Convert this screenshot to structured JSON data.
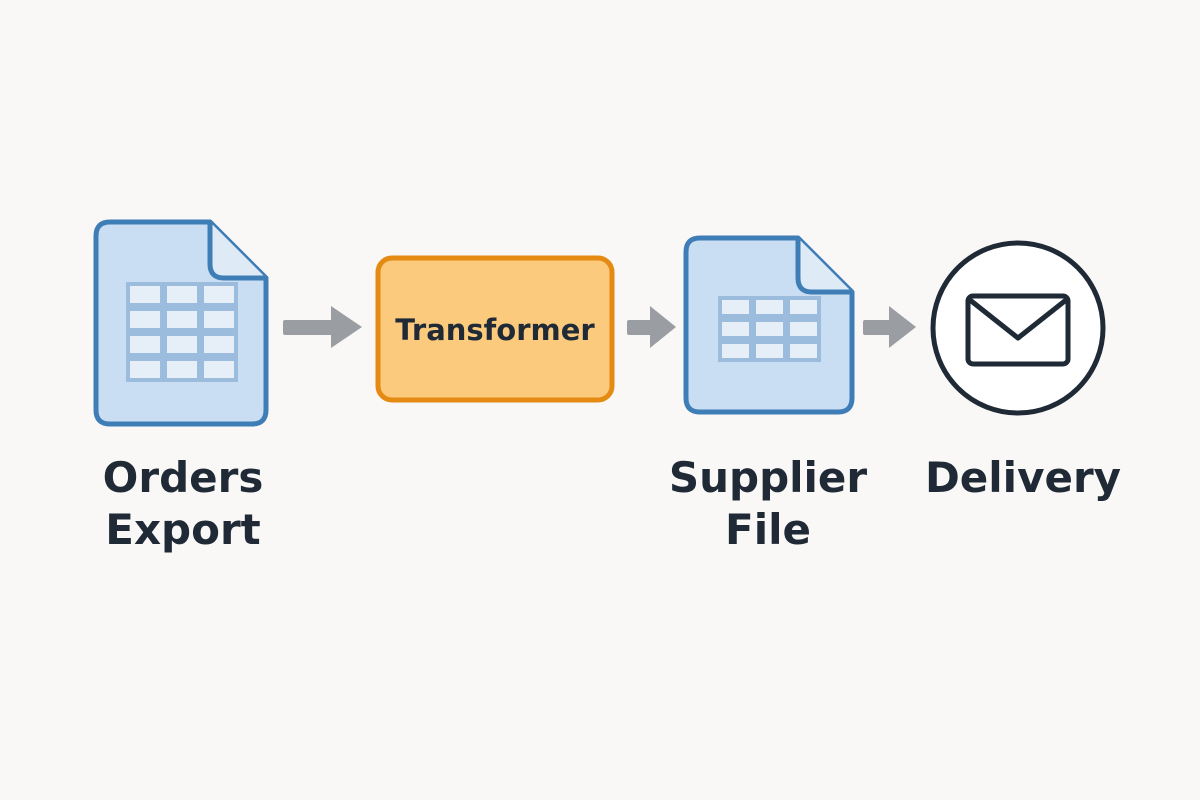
{
  "colors": {
    "background": "#f9f8f6",
    "file_fill": "#c9def3",
    "file_stroke": "#3f7db6",
    "grid_fill": "#e6eef8",
    "grid_stroke": "#9bbcdc",
    "transformer_fill": "#fcca7d",
    "transformer_stroke": "#e58a12",
    "arrow": "#9a9da2",
    "text": "#1f2a36",
    "envelope_stroke": "#1f2a36"
  },
  "nodes": {
    "orders_export": {
      "icon": "spreadsheet-file-icon",
      "label_line1": "Orders",
      "label_line2": "Export"
    },
    "transformer": {
      "label": "Transformer"
    },
    "supplier_file": {
      "icon": "spreadsheet-file-icon",
      "label_line1": "Supplier",
      "label_line2": "File"
    },
    "delivery": {
      "icon": "envelope-icon",
      "label": "Delivery"
    }
  },
  "edges": [
    {
      "from": "Orders Export",
      "to": "Transformer"
    },
    {
      "from": "Transformer",
      "to": "Supplier File"
    },
    {
      "from": "Supplier File",
      "to": "Delivery"
    }
  ]
}
